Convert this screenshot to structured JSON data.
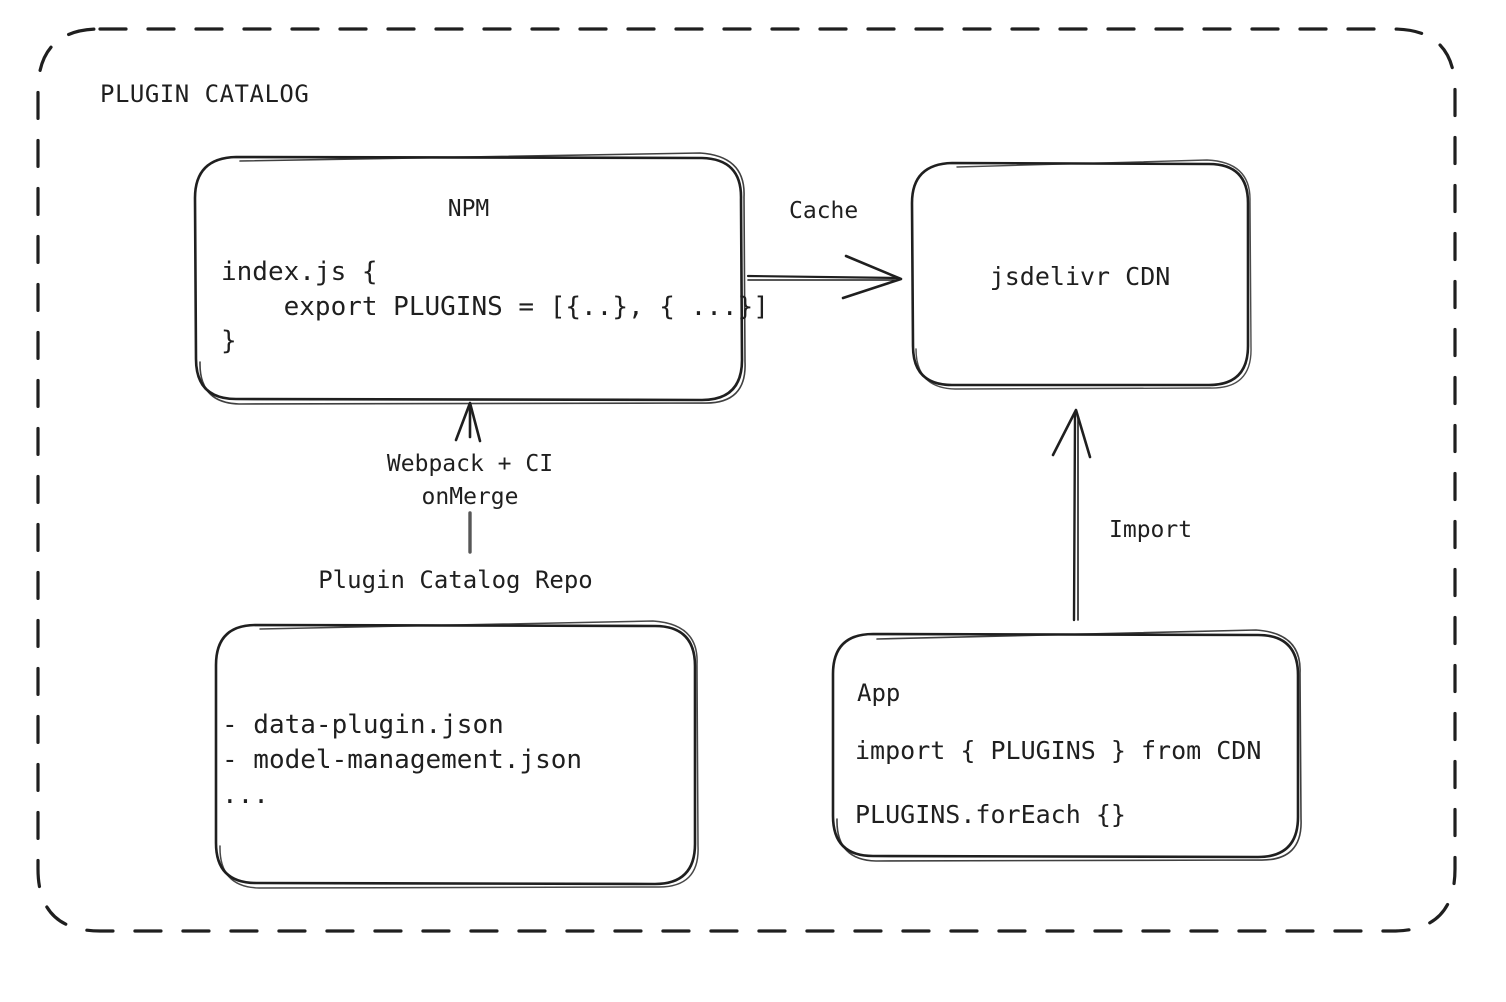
{
  "diagram": {
    "outer_group_label": "PLUGIN CATALOG",
    "boxes": {
      "npm": {
        "title": "NPM",
        "code": "index.js {\n    export PLUGINS = [{..}, { ...}]\n}"
      },
      "cdn": {
        "title": "jsdelivr CDN"
      },
      "repo": {
        "caption": "Plugin Catalog Repo",
        "items": "- data-plugin.json\n- model-management.json\n..."
      },
      "app": {
        "title": "App",
        "line1": "import { PLUGINS } from CDN",
        "line2": "PLUGINS.forEach {}"
      }
    },
    "edges": {
      "cache": "Cache",
      "build": "Webpack + CI\nonMerge",
      "import": "Import"
    },
    "colors": {
      "stroke": "#1f1f1f",
      "background": "#ffffff",
      "text": "#1f1f1f"
    }
  }
}
